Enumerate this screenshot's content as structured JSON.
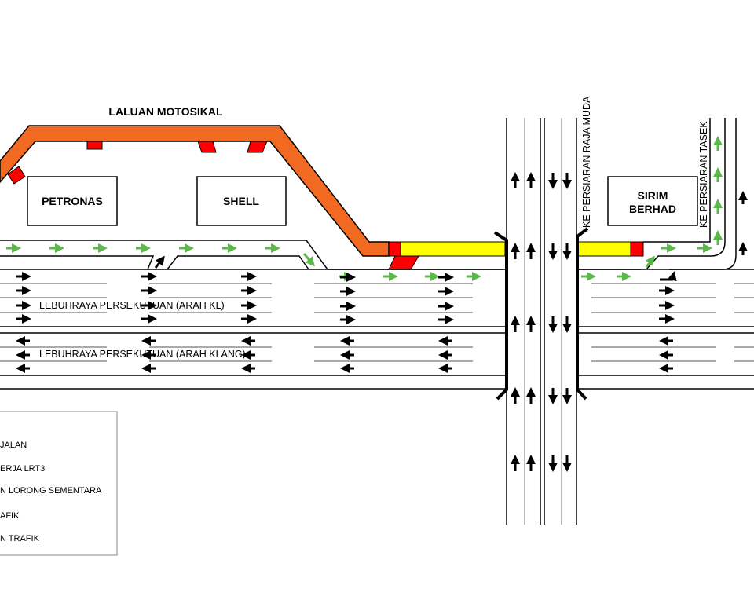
{
  "title": "LALUAN MOTOSIKAL",
  "buildings": {
    "petronas": "PETRONAS",
    "shell": "SHELL",
    "sirim_line1": "SIRIM",
    "sirim_line2": "BERHAD"
  },
  "roads": {
    "arah_kl": "LEBUHRAYA PERSEKUTUAN (ARAH KL)",
    "arah_klang": "LEBUHRAYA PERSEKUTUAN (ARAH KLANG)",
    "raja_muda": "KE PERSIARAN RAJA MUDA",
    "tasek": "KE PERSIARAN TASEK"
  },
  "legend": {
    "items": [
      " JALAN",
      "ERJA LRT3",
      "N  LORONG SEMENTARA",
      "AFIK",
      "N TRAFIK"
    ]
  },
  "colors": {
    "motorcycle_lane": "#f26a22",
    "work_zone": "#ffff00",
    "barrier": "#ff0000",
    "green_arrow": "#5cb84a",
    "black": "#000000"
  }
}
